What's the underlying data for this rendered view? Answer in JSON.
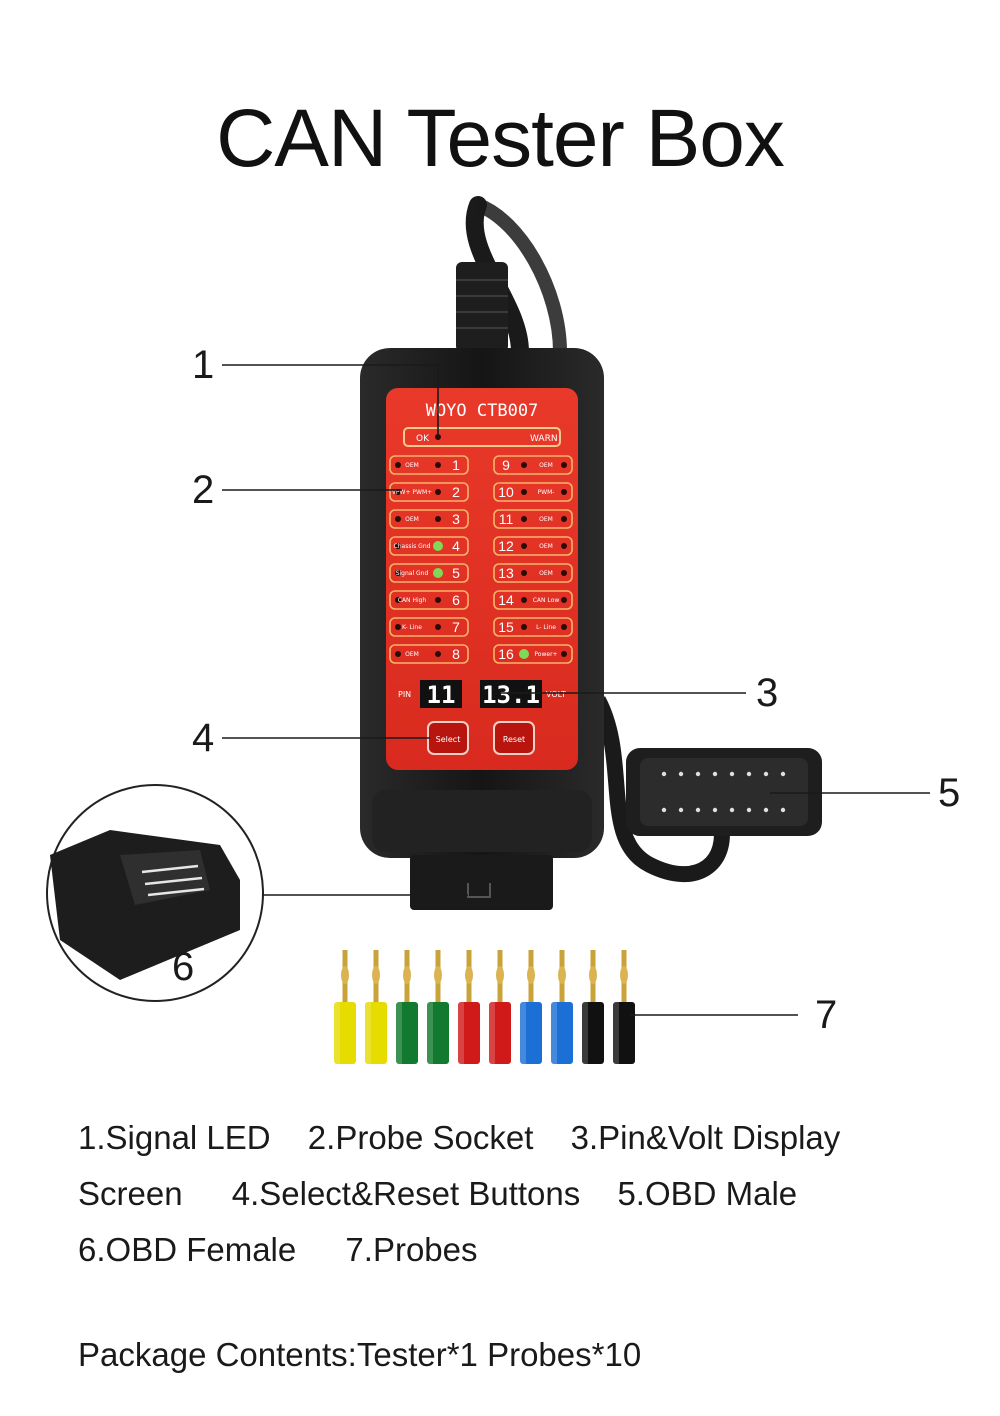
{
  "title": "CAN Tester Box",
  "device": {
    "brand_model": "WOYO CTB007",
    "ok_label": "OK",
    "warn_label": "WARN",
    "pin_label": "PIN",
    "volt_label": "VOLT",
    "pin_display": "11",
    "volt_display": "13.1",
    "select_label": "Select",
    "reset_label": "Reset",
    "left_pins": [
      {
        "num": "1",
        "tag": "OEM"
      },
      {
        "num": "2",
        "tag": "VPW+ PWM+"
      },
      {
        "num": "3",
        "tag": "OEM"
      },
      {
        "num": "4",
        "tag": "Chassis Gnd"
      },
      {
        "num": "5",
        "tag": "Signal Gnd"
      },
      {
        "num": "6",
        "tag": "CAN High"
      },
      {
        "num": "7",
        "tag": "K- Line"
      },
      {
        "num": "8",
        "tag": "OEM"
      }
    ],
    "right_pins": [
      {
        "num": "9",
        "tag": "OEM"
      },
      {
        "num": "10",
        "tag": "PWM-"
      },
      {
        "num": "11",
        "tag": "OEM"
      },
      {
        "num": "12",
        "tag": "OEM"
      },
      {
        "num": "13",
        "tag": "OEM"
      },
      {
        "num": "14",
        "tag": "CAN Low"
      },
      {
        "num": "15",
        "tag": "L- Line"
      },
      {
        "num": "16",
        "tag": "Power+"
      }
    ]
  },
  "callouts": [
    "1",
    "2",
    "3",
    "4",
    "5",
    "6",
    "7"
  ],
  "probe_colors": [
    "#e6dc00",
    "#e6dc00",
    "#127a2e",
    "#127a2e",
    "#d01a1a",
    "#d01a1a",
    "#1c6fd4",
    "#1c6fd4",
    "#111111",
    "#111111"
  ],
  "legend": {
    "row1": [
      "1.Signal LED",
      "2.Probe Socket",
      "3.Pin&Volt Display"
    ],
    "row2": [
      "Screen",
      "4.Select&Reset Buttons",
      "5.OBD Male"
    ],
    "row3": [
      "6.OBD Female",
      "7.Probes"
    ]
  },
  "package": "Package Contents:Tester*1 Probes*10"
}
